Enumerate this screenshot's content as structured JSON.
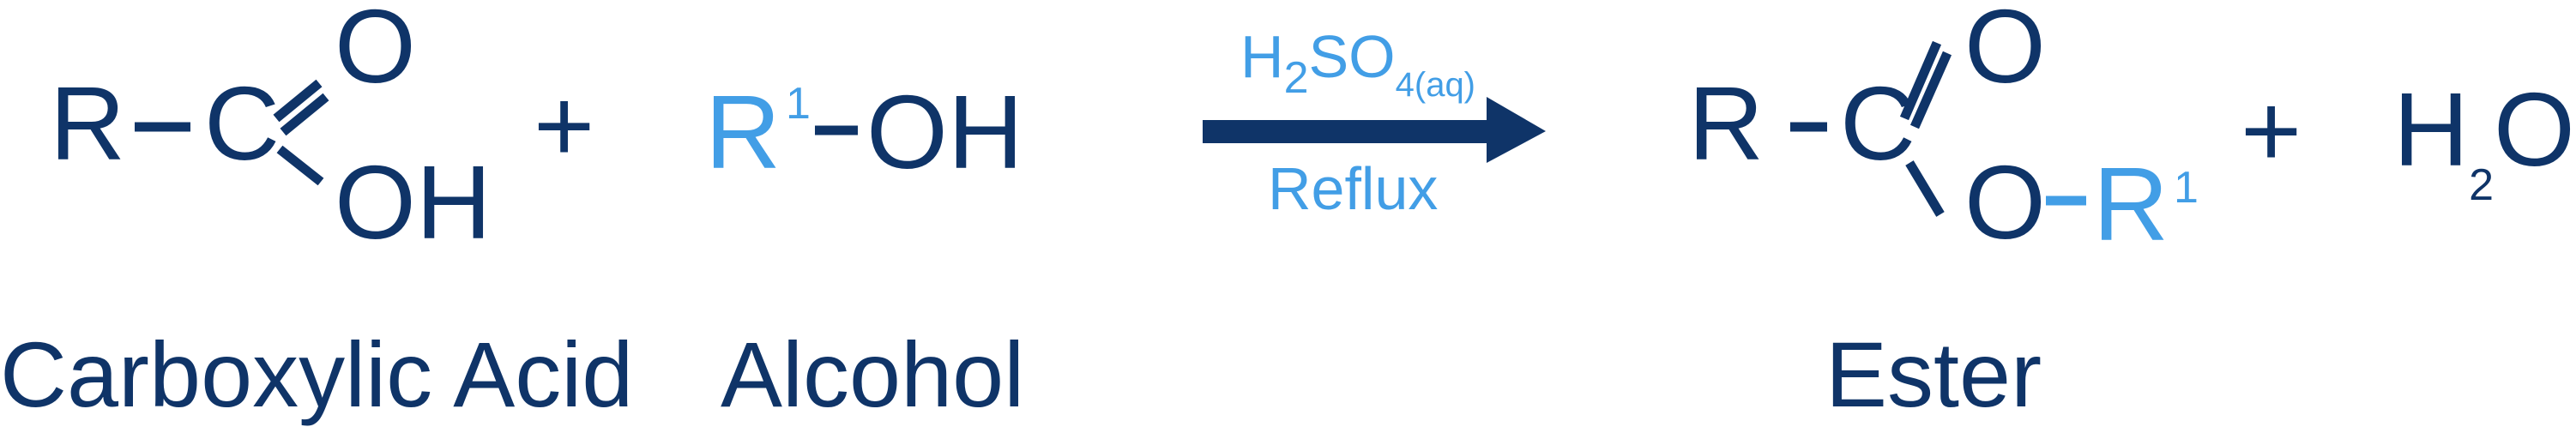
{
  "colors": {
    "primary": "#0f3468",
    "accent": "#429ee6",
    "background": "#ffffff"
  },
  "reactants": {
    "acid": {
      "r": "R",
      "c": "C",
      "o_double": "O",
      "oh": "OH",
      "label": "Carboxylic Acid"
    },
    "plus": "+",
    "alcohol": {
      "r": "R",
      "sup": "1",
      "oh": "OH",
      "label": "Alcohol"
    }
  },
  "conditions": {
    "catalyst_main": "H",
    "catalyst_sub1": "2",
    "catalyst_main2": "SO",
    "catalyst_sub2": "4(aq)",
    "process": "Reflux"
  },
  "products": {
    "ester": {
      "r": "R",
      "c": "C",
      "o_double": "O",
      "o_single": "O",
      "r1": "R",
      "sup": "1",
      "label": "Ester"
    },
    "plus": "+",
    "water": {
      "h": "H",
      "sub": "2",
      "o": "O"
    }
  }
}
